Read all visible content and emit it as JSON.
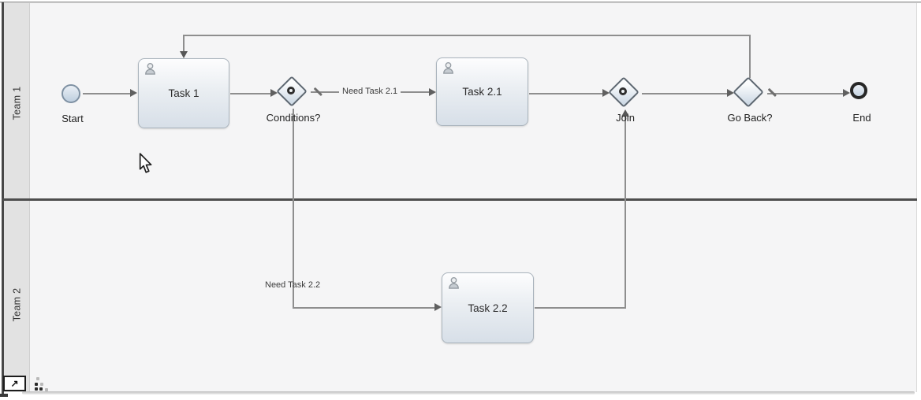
{
  "app": {
    "view": "bpmn-process-diagram"
  },
  "pool": {
    "lanes": [
      {
        "label": "Team 1"
      },
      {
        "label": "Team 2"
      }
    ]
  },
  "nodes": {
    "start": {
      "label": "Start",
      "type": "start-event"
    },
    "task1": {
      "label": "Task 1",
      "type": "user-task"
    },
    "conditions": {
      "label": "Conditions?",
      "type": "inclusive-gateway"
    },
    "task21": {
      "label": "Task 2.1",
      "type": "user-task"
    },
    "join": {
      "label": "Join",
      "type": "inclusive-gateway"
    },
    "goback": {
      "label": "Go Back?",
      "type": "exclusive-gateway"
    },
    "end": {
      "label": "End",
      "type": "end-event"
    },
    "task22": {
      "label": "Task 2.2",
      "type": "user-task"
    }
  },
  "edges": {
    "need21": {
      "label": "Need Task 2.1"
    },
    "need22": {
      "label": "Need Task 2.2"
    }
  },
  "controls": {
    "expand_glyph": "↗"
  },
  "colors": {
    "canvas_bg": "#f5f5f6",
    "lane_strip": "#e2e2e2",
    "lane_divider": "#4d4d4d",
    "edge": "#8e8e8e",
    "task_border": "#a9b3bc",
    "task_fill_bottom": "#d7dfe8",
    "gateway_ring": "#2e2e2e",
    "end_event_border": "#262626"
  }
}
